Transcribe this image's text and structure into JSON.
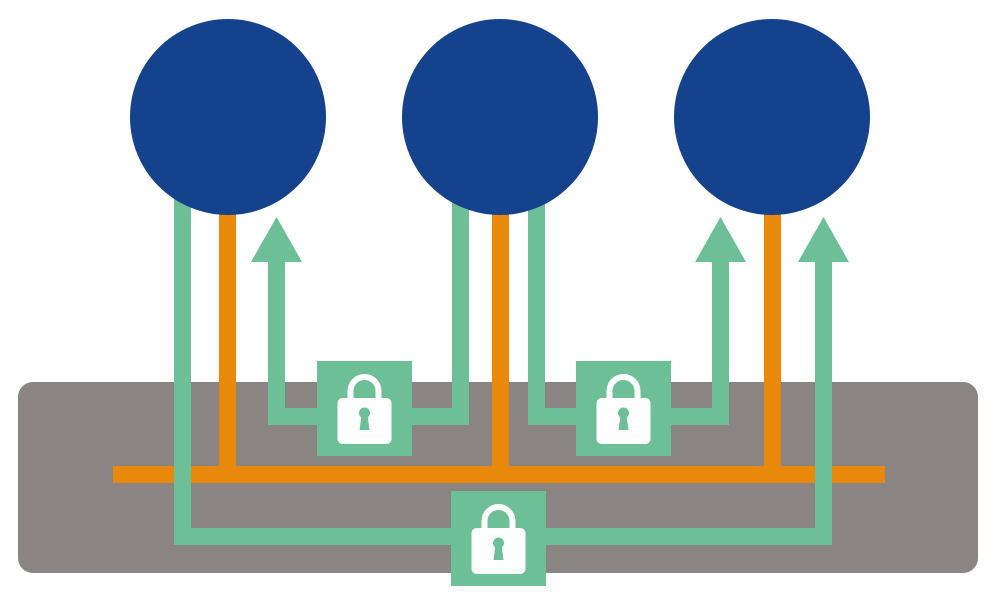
{
  "colors": {
    "node": "#15428c",
    "secure_link": "#6dbf98",
    "shared_link": "#e8890c",
    "platform": "#8a8582",
    "lock_icon": "#ffffff"
  },
  "nodes": [
    {
      "id": "node-left"
    },
    {
      "id": "node-center"
    },
    {
      "id": "node-right"
    }
  ],
  "icons": [
    "lock-icon",
    "arrow-up-icon"
  ]
}
